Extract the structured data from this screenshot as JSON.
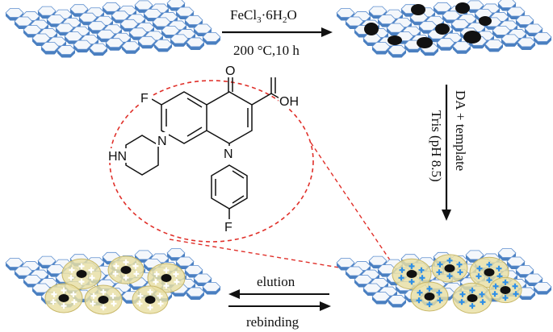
{
  "step1": {
    "reagent_main": "FeCl",
    "reagent_sub": "3",
    "reagent_dot": "·6H",
    "reagent_sub2": "2",
    "reagent_tail": "O",
    "conditions": "200 °C,10 h"
  },
  "step2": {
    "reagent": "DA + template",
    "conditions": "Tris (pH 8.5)"
  },
  "step3": {
    "forward": "elution",
    "backward": "rebinding"
  },
  "molecule": {
    "atoms": {
      "F1": "F",
      "O_keto": "O",
      "OH": "OH",
      "N_ring": "N",
      "N_pip": "N",
      "HN": "HN",
      "F2": "F"
    }
  },
  "colors": {
    "sheet_top": "#f4f7fb",
    "sheet_side": "#4a7fc0",
    "sheet_edge": "#5e8fcf",
    "particle": "#111111",
    "polymer": "#e9dfa3",
    "polymer_edge": "#c9b96b",
    "template_mark": "#2f8fe6",
    "cavity_mark": "#ffffff",
    "dashed": "#e0302a"
  }
}
